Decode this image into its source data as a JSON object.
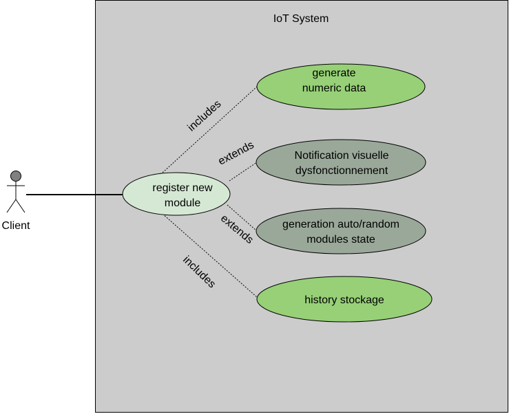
{
  "system": {
    "title": "IoT System",
    "fill": "#cccccc",
    "stroke": "#000000"
  },
  "actor": {
    "label": "Client",
    "head_fill": "#808080"
  },
  "use_cases": {
    "register": {
      "line1": "register new",
      "line2": "module",
      "fill": "#d5e8d4"
    },
    "generate": {
      "line1": "generate",
      "line2": "numeric data",
      "fill": "#97d077"
    },
    "notification": {
      "line1": "Notification visuelle",
      "line2": "dysfonctionnement",
      "fill": "#9aa899"
    },
    "generation_auto": {
      "line1": "generation auto/random",
      "line2": "modules state",
      "fill": "#9aa899"
    },
    "history": {
      "line1": "history stockage",
      "fill": "#97d077"
    }
  },
  "relations": {
    "includes_top": "includes",
    "extends_top": "extends",
    "extends_bottom": "extends",
    "includes_bottom": "includes"
  }
}
